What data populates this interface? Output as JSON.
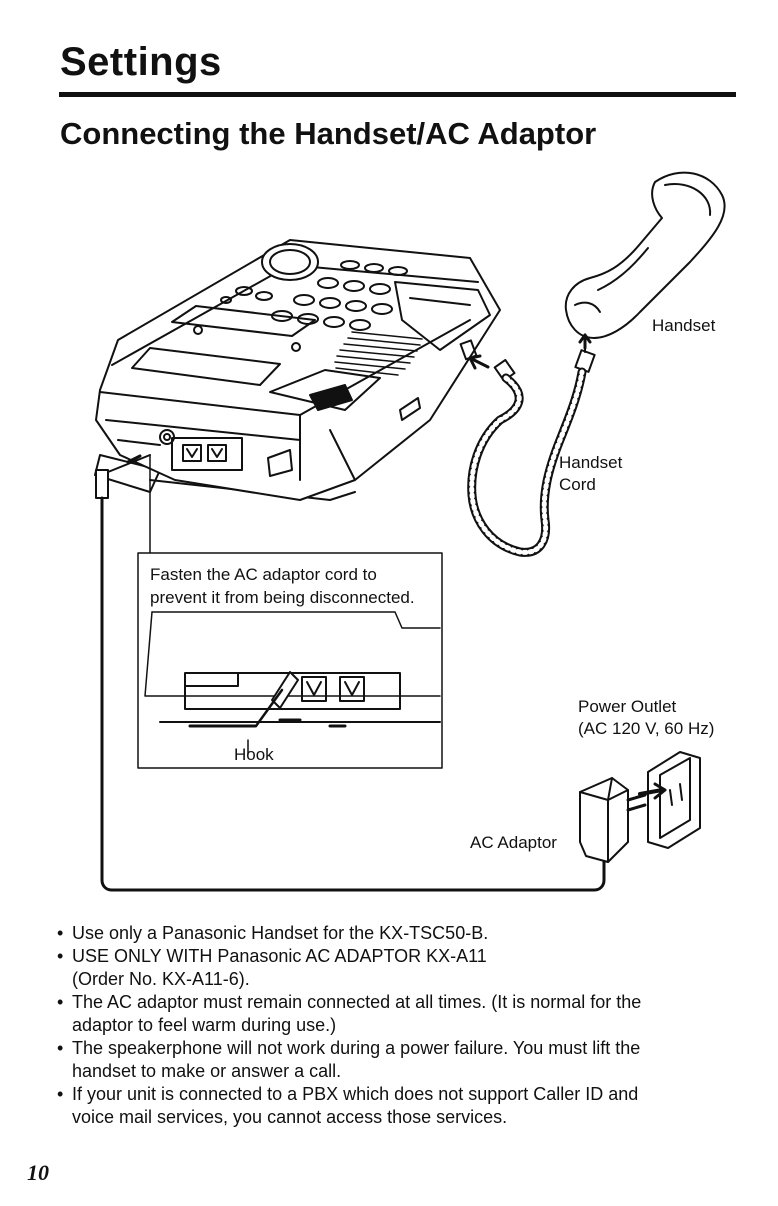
{
  "page": {
    "section_title": "Settings",
    "subsection_title": "Connecting the Handset/AC Adaptor",
    "page_number": "10"
  },
  "diagram": {
    "labels": {
      "handset": "Handset",
      "handset_cord_line1": "Handset",
      "handset_cord_line2": "Cord",
      "inset_caption_line1": "Fasten the AC adaptor cord to",
      "inset_caption_line2": "prevent it from being disconnected.",
      "hook": "Hook",
      "power_outlet_line1": "Power Outlet",
      "power_outlet_line2": "(AC 120 V, 60 Hz)",
      "ac_adaptor": "AC Adaptor"
    }
  },
  "notes": [
    {
      "lines": [
        "Use only a Panasonic Handset for the KX-TSC50-B."
      ]
    },
    {
      "lines": [
        "USE ONLY WITH Panasonic AC ADAPTOR KX-A11",
        "(Order No. KX-A11-6)."
      ]
    },
    {
      "lines": [
        "The AC adaptor must remain connected at all times. (It is normal for the",
        "adaptor to feel warm during use.)"
      ]
    },
    {
      "lines": [
        "The speakerphone will not work during a power failure. You must lift the",
        "handset to make or answer a call."
      ]
    },
    {
      "lines": [
        "If your unit is connected to a PBX which does not support Caller ID and",
        "voice mail services, you cannot access those services."
      ]
    }
  ]
}
